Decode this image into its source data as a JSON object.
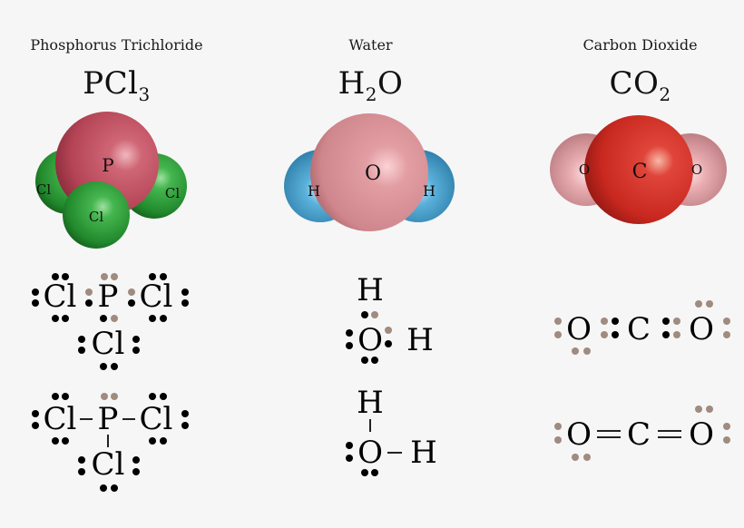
{
  "molecules": [
    {
      "name": "Phosphorus Trichloride",
      "formula_main": "PCl",
      "formula_sub": "3",
      "model": {
        "central": {
          "symbol": "P",
          "color": "#b8485a"
        },
        "ligands": [
          {
            "symbol": "Cl",
            "color": "#2e9a3a"
          },
          {
            "symbol": "Cl",
            "color": "#2e9a3a"
          },
          {
            "symbol": "Cl",
            "color": "#2e9a3a"
          }
        ]
      },
      "lewis_dot": {
        "central": "P",
        "left": "Cl",
        "right": "Cl",
        "bottom": "Cl"
      },
      "lewis_line": {
        "central": "P",
        "left": "Cl",
        "right": "Cl",
        "bottom": "Cl"
      }
    },
    {
      "name": "Water",
      "formula_main": "H",
      "formula_sub": "2",
      "formula_tail": "O",
      "model": {
        "central": {
          "symbol": "O",
          "color": "#d99096"
        },
        "ligands": [
          {
            "symbol": "H",
            "color": "#4aa3cf"
          },
          {
            "symbol": "H",
            "color": "#4aa3cf"
          }
        ]
      },
      "lewis_dot": {
        "central": "O",
        "top": "H",
        "right": "H"
      },
      "lewis_line": {
        "central": "O",
        "top": "H",
        "right": "H"
      }
    },
    {
      "name": "Carbon Dioxide",
      "formula_main": "CO",
      "formula_sub": "2",
      "model": {
        "central": {
          "symbol": "C",
          "color": "#c8281f"
        },
        "ligands": [
          {
            "symbol": "O",
            "color": "#e3a3a8"
          },
          {
            "symbol": "O",
            "color": "#e3a3a8"
          }
        ]
      },
      "lewis_dot": {
        "left": "O",
        "central": "C",
        "right": "O"
      },
      "lewis_line": {
        "left": "O",
        "central": "C",
        "right": "O"
      }
    }
  ],
  "colors": {
    "background": "#f6f6f6",
    "own_electron": "#000000",
    "shared_electron": "#a08b80"
  }
}
